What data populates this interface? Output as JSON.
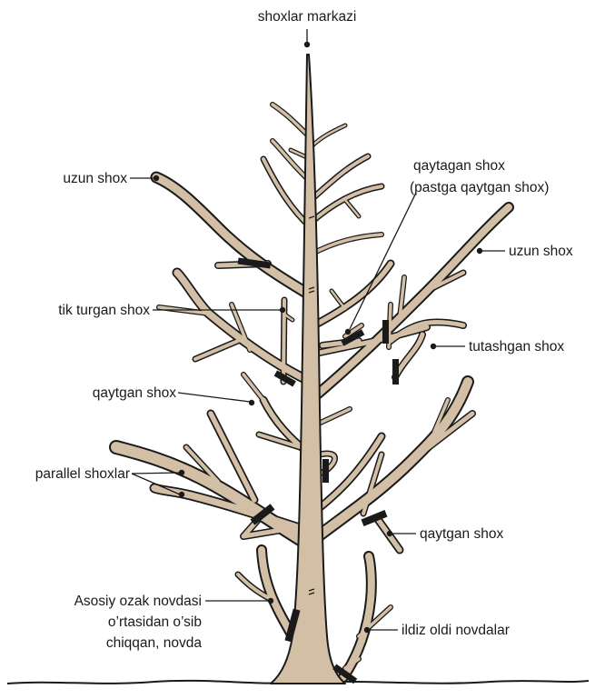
{
  "labels": {
    "leader_center": "shoxlar markazi",
    "long_left": "uzun shox",
    "returned_top_l1": "qaytagan shox",
    "returned_top_l2": "(pastga qaytgan shox)",
    "long_right": "uzun shox",
    "vertical": "tik turgan shox",
    "crossing": "tutashgan shox",
    "returned_left": "qaytgan shox",
    "parallel": "parallel shoxlar",
    "returned_right": "qaytgan shox",
    "sucker_l1": "Asosiy ozak novdasi",
    "sucker_l2": "o’rtasidan o’sib",
    "sucker_l3": "chiqqan, novda",
    "root_suckers": "ildiz oldi novdalar"
  },
  "colors": {
    "wood": "#d3bfa6",
    "outline": "#1a1a1a",
    "background": "#ffffff"
  }
}
